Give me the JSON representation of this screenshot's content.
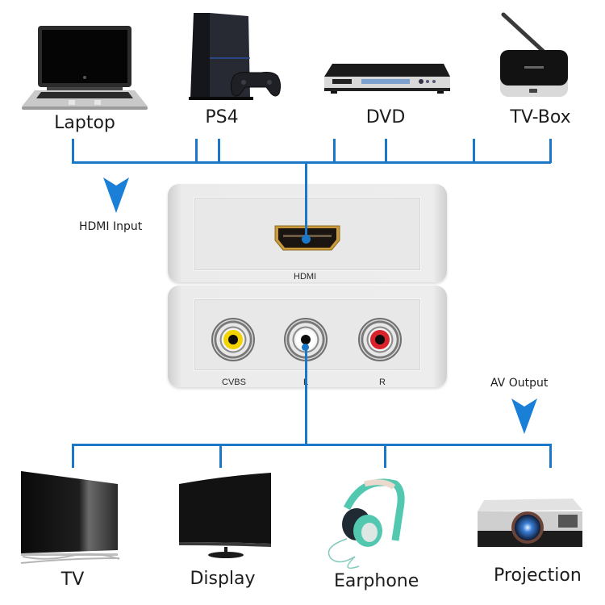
{
  "diagram": {
    "title": "HDMI to AV converter connection diagram",
    "accent_color": "#1b78c8"
  },
  "inputs": [
    {
      "label": "Laptop",
      "icon": "laptop-icon"
    },
    {
      "label": "PS4",
      "icon": "game-console-icon"
    },
    {
      "label": "DVD",
      "icon": "dvd-player-icon"
    },
    {
      "label": "TV-Box",
      "icon": "tv-box-icon"
    }
  ],
  "hdmi_input_label": "HDMI Input",
  "av_output_label": "AV Output",
  "converter": {
    "hdmi_port_label": "HDMI",
    "ports": [
      {
        "label": "CVBS",
        "color": "#f2d400"
      },
      {
        "label": "L",
        "color": "#ffffff"
      },
      {
        "label": "R",
        "color": "#d8232a"
      }
    ]
  },
  "outputs": [
    {
      "label": "TV",
      "icon": "tv-icon"
    },
    {
      "label": "Display",
      "icon": "monitor-icon"
    },
    {
      "label": "Earphone",
      "icon": "headphones-icon"
    },
    {
      "label": "Projection",
      "icon": "projector-icon"
    }
  ]
}
